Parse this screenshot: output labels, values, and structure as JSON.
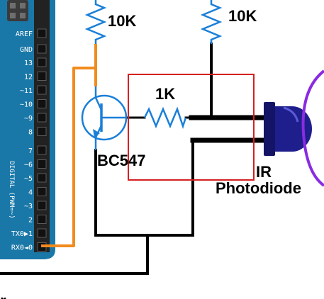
{
  "board": {
    "pins_power": [
      "AREF",
      "GND"
    ],
    "pins_digital": [
      "13",
      "12",
      "~11",
      "~10",
      "~9",
      "8",
      "7",
      "~6",
      "~5",
      "4",
      "~3",
      "2",
      "TX0▶1",
      "RX0◄0"
    ],
    "digital_caption": "DIGITAL (PWM=~)",
    "colors": {
      "board": "#1a78a8",
      "header": "#222222",
      "header_edge": "#5a5a5a"
    }
  },
  "components": {
    "resistor_left_label": "10K",
    "resistor_right_label": "10K",
    "resistor_base_label": "1K",
    "transistor_label": "BC547",
    "sensor_label_line1": "IR",
    "sensor_label_line2": "Photodiode",
    "partial_text": "r"
  },
  "colors": {
    "resistor": "#1a7fd8",
    "transistor": "#1a7fd8",
    "wire_signal": "#f28b1e",
    "wire": "#000000",
    "highlight": "#d42020",
    "photodiode": "#1e1e8c",
    "emitter_arc": "#8a2be2"
  }
}
